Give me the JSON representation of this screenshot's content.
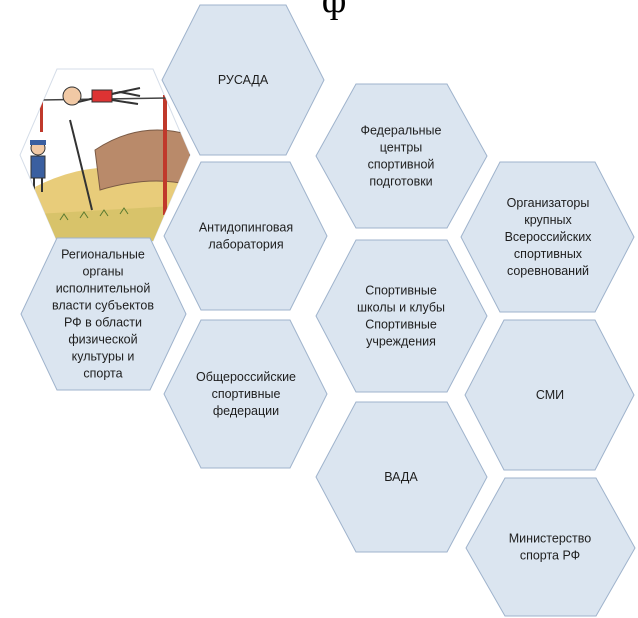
{
  "header_fragment": "ф",
  "hexagons": [
    {
      "id": "rusada",
      "lines": [
        "РУСАДА"
      ]
    },
    {
      "id": "federal-centers",
      "lines": [
        "Федеральные",
        "центры",
        "спортивной",
        "подготовки"
      ]
    },
    {
      "id": "organizers",
      "lines": [
        "Организаторы",
        "крупных",
        "Всероссийских",
        "спортивных",
        "соревнований"
      ]
    },
    {
      "id": "antidoping-lab",
      "lines": [
        "Антидопинговая",
        "лаборатория"
      ]
    },
    {
      "id": "regional-bodies",
      "lines": [
        "Региональные",
        "органы",
        "исполнительной",
        "власти субъектов",
        "РФ в области",
        "физической",
        "культуры и",
        "спорта"
      ]
    },
    {
      "id": "sport-schools",
      "lines": [
        "Спортивные",
        "школы и клубы",
        "Спортивные",
        "учреждения"
      ]
    },
    {
      "id": "federations",
      "lines": [
        "Общероссийские",
        "спортивные",
        "федерации"
      ]
    },
    {
      "id": "media",
      "lines": [
        "СМИ"
      ]
    },
    {
      "id": "wada",
      "lines": [
        "ВАДА"
      ]
    },
    {
      "id": "ministry",
      "lines": [
        "Министерство",
        "спорта РФ"
      ]
    }
  ],
  "illustration": {
    "icon": "pole-vault-cartoon-icon"
  }
}
